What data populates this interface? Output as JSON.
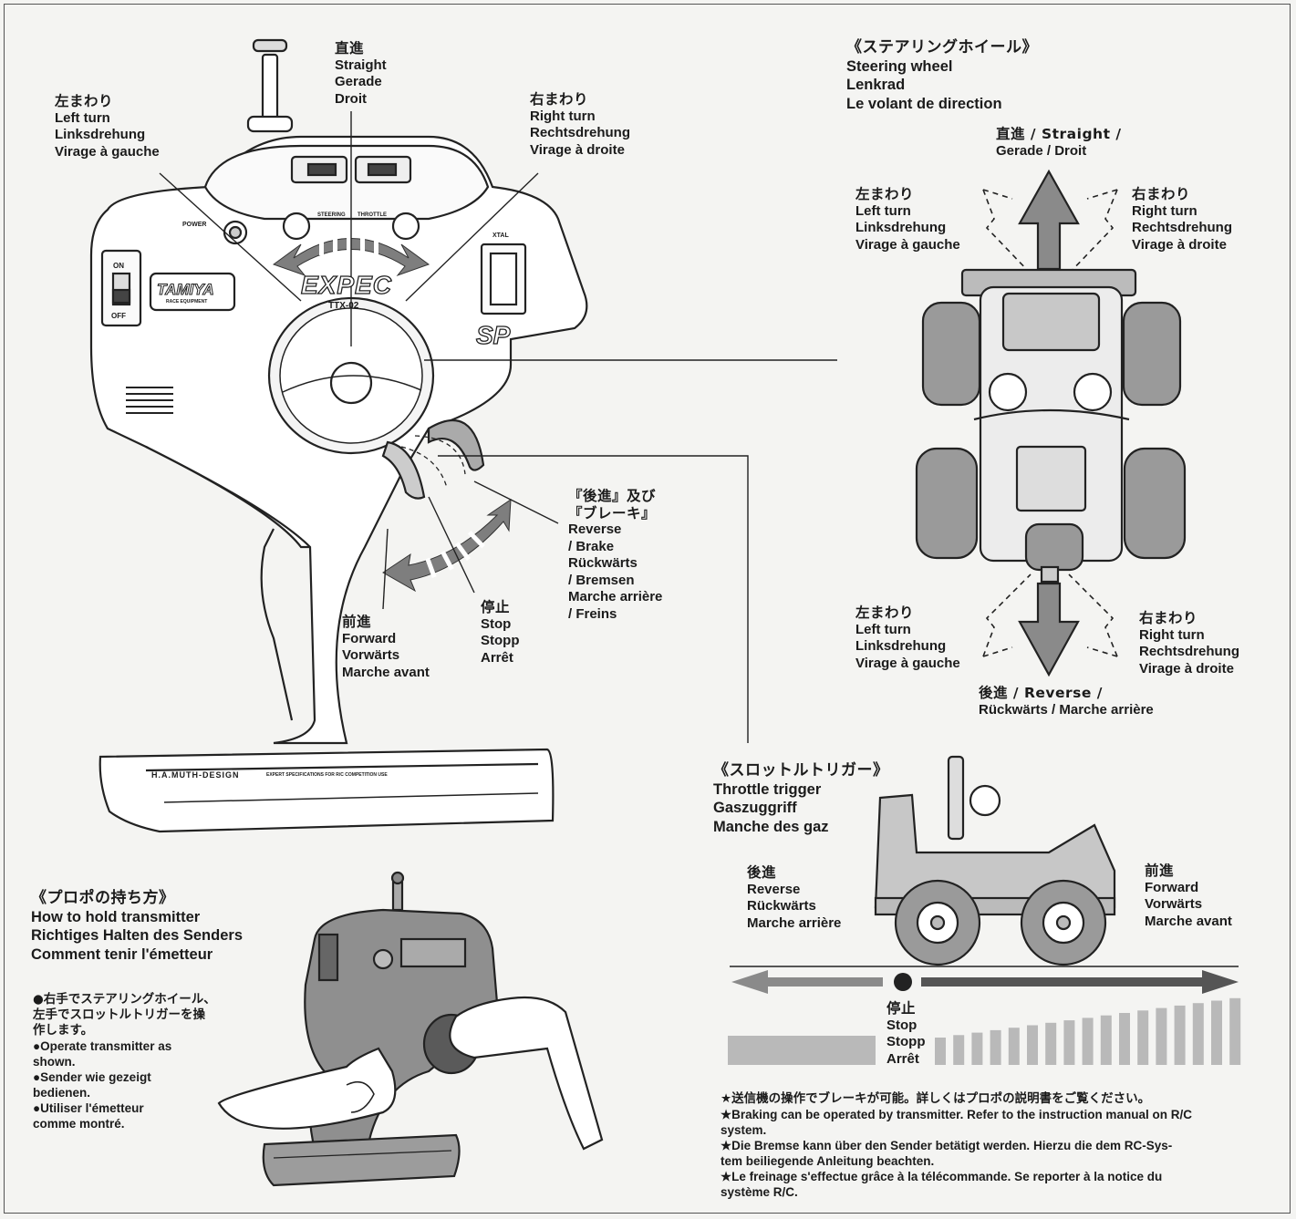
{
  "labels": {
    "straight": {
      "jp": "直進",
      "en": "Straight",
      "de": "Gerade",
      "fr": "Droit"
    },
    "left_turn": {
      "jp": "左まわり",
      "en": "Left turn",
      "de": "Linksdrehung",
      "fr": "Virage à gauche"
    },
    "right_turn": {
      "jp": "右まわり",
      "en": "Right turn",
      "de": "Rechtsdrehung",
      "fr": "Virage à droite"
    },
    "reverse_brake": {
      "jp1": "『後進』及び",
      "jp2": "『ブレーキ』",
      "en1": "Reverse",
      "en2": "/ Brake",
      "de1": "Rückwärts",
      "de2": "/ Bremsen",
      "fr1": "Marche arrière",
      "fr2": "/ Freins"
    },
    "stop": {
      "jp": "停止",
      "en": "Stop",
      "de": "Stopp",
      "fr": "Arrêt"
    },
    "forward": {
      "jp": "前進",
      "en": "Forward",
      "de": "Vorwärts",
      "fr": "Marche avant"
    }
  },
  "steering": {
    "title_jp": "《ステアリングホイール》",
    "title_en": "Steering wheel",
    "title_de": "Lenkrad",
    "title_fr": "Le volant de direction",
    "straight_line1": "直進 / Straight /",
    "straight_line2": "Gerade / Droit",
    "left_top": {
      "jp": "左まわり",
      "en": "Left turn",
      "de": "Linksdrehung",
      "fr": "Virage à gauche"
    },
    "right_top": {
      "jp": "右まわり",
      "en": "Right turn",
      "de": "Rechtsdrehung",
      "fr": "Virage à droite"
    },
    "left_bottom": {
      "jp": "左まわり",
      "en": "Left turn",
      "de": "Linksdrehung",
      "fr": "Virage à gauche"
    },
    "right_bottom": {
      "jp": "右まわり",
      "en": "Right turn",
      "de": "Rechtsdrehung",
      "fr": "Virage à droite"
    },
    "reverse_line1": "後進 / Reverse /",
    "reverse_line2": "Rückwärts / Marche arrière"
  },
  "throttle": {
    "title_jp": "《スロットルトリガー》",
    "title_en": "Throttle trigger",
    "title_de": "Gaszuggriff",
    "title_fr": "Manche des gaz",
    "reverse": {
      "jp": "後進",
      "en": "Reverse",
      "de": "Rückwärts",
      "fr": "Marche arrière"
    },
    "forward": {
      "jp": "前進",
      "en": "Forward",
      "de": "Vorwärts",
      "fr": "Marche avant"
    },
    "stop": {
      "jp": "停止",
      "en": "Stop",
      "de": "Stopp",
      "fr": "Arrêt"
    }
  },
  "hold": {
    "title_jp": "《プロポの持ち方》",
    "title_en": "How to hold transmitter",
    "title_de": "Richtiges Halten des Senders",
    "title_fr": "Comment tenir l'émetteur",
    "bullet_jp_1": "●右手でステアリングホイール、",
    "bullet_jp_2": "左手でスロットルトリガーを操",
    "bullet_jp_3": "作します。",
    "bullet_en_1": "●Operate transmitter as",
    "bullet_en_2": "shown.",
    "bullet_de_1": "●Sender wie gezeigt",
    "bullet_de_2": "bedienen.",
    "bullet_fr_1": "●Utiliser l'émetteur",
    "bullet_fr_2": "comme montré."
  },
  "notes": {
    "jp": "★送信機の操作でブレーキが可能。詳しくはプロポの説明書をご覧ください。",
    "en1": "★Braking can be operated by transmitter. Refer to the instruction manual on R/C",
    "en2": "system.",
    "de1": "★Die Bremse kann über den Sender betätigt werden. Hierzu die dem RC-Sys-",
    "de2": "tem beiliegende Anleitung beachten.",
    "fr1": "★Le freinage s'effectue grâce à la télécommande. Se reporter à la notice du",
    "fr2": "système R/C."
  },
  "transmitter": {
    "brand": "TAMIYA",
    "brand_sub": "RACE EQUIPMENT",
    "model": "EXPEC",
    "model_sub": "TTX-02",
    "sp": "SP",
    "on": "ON",
    "off": "OFF",
    "power": "POWER",
    "xtal": "XTAL",
    "steering_trim": "STEERING",
    "throttle_trim": "THROTTLE",
    "base_brand": "H.A.MUTH-DESIGN",
    "base_sub": "EXPERT SPECIFICATIONS FOR R/C COMPETITION USE"
  },
  "colors": {
    "ink": "#1b1b1b",
    "arrow": "#8a8a8a",
    "arrow_dark": "#555555",
    "page": "#f4f4f2"
  }
}
